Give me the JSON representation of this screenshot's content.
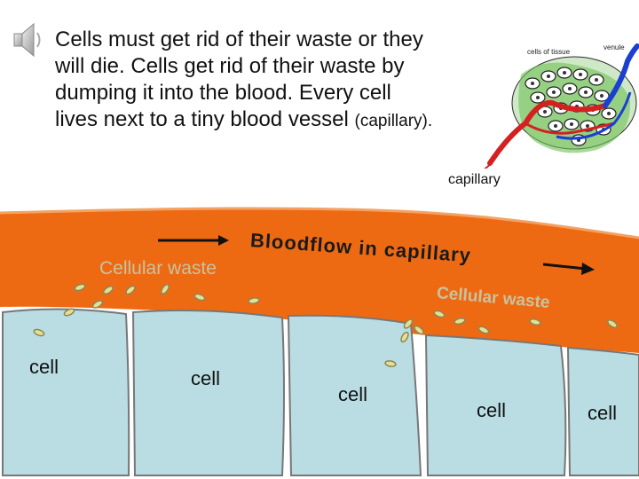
{
  "slide": {
    "text_main": "Cells must get rid of their waste or they will die.  Cells get rid of their waste by dumping it into the blood. Every cell lives next to a tiny blood vessel",
    "text_paren": "(capillary)."
  },
  "inset": {
    "label_tissue": "cells of tissue",
    "label_venule": "venule",
    "caption": "capillary"
  },
  "diagram": {
    "flow_label": "Bloodflow in capillary",
    "waste_label_left": "Cellular waste",
    "waste_label_right": "Cellular waste",
    "cells": [
      "cell",
      "cell",
      "cell",
      "cell",
      "cell"
    ]
  },
  "colors": {
    "blood": "#ee6a12",
    "cell_fill": "#b9dde3",
    "waste_fill": "#e6e08a",
    "waste_text": "#c8c2a0"
  }
}
